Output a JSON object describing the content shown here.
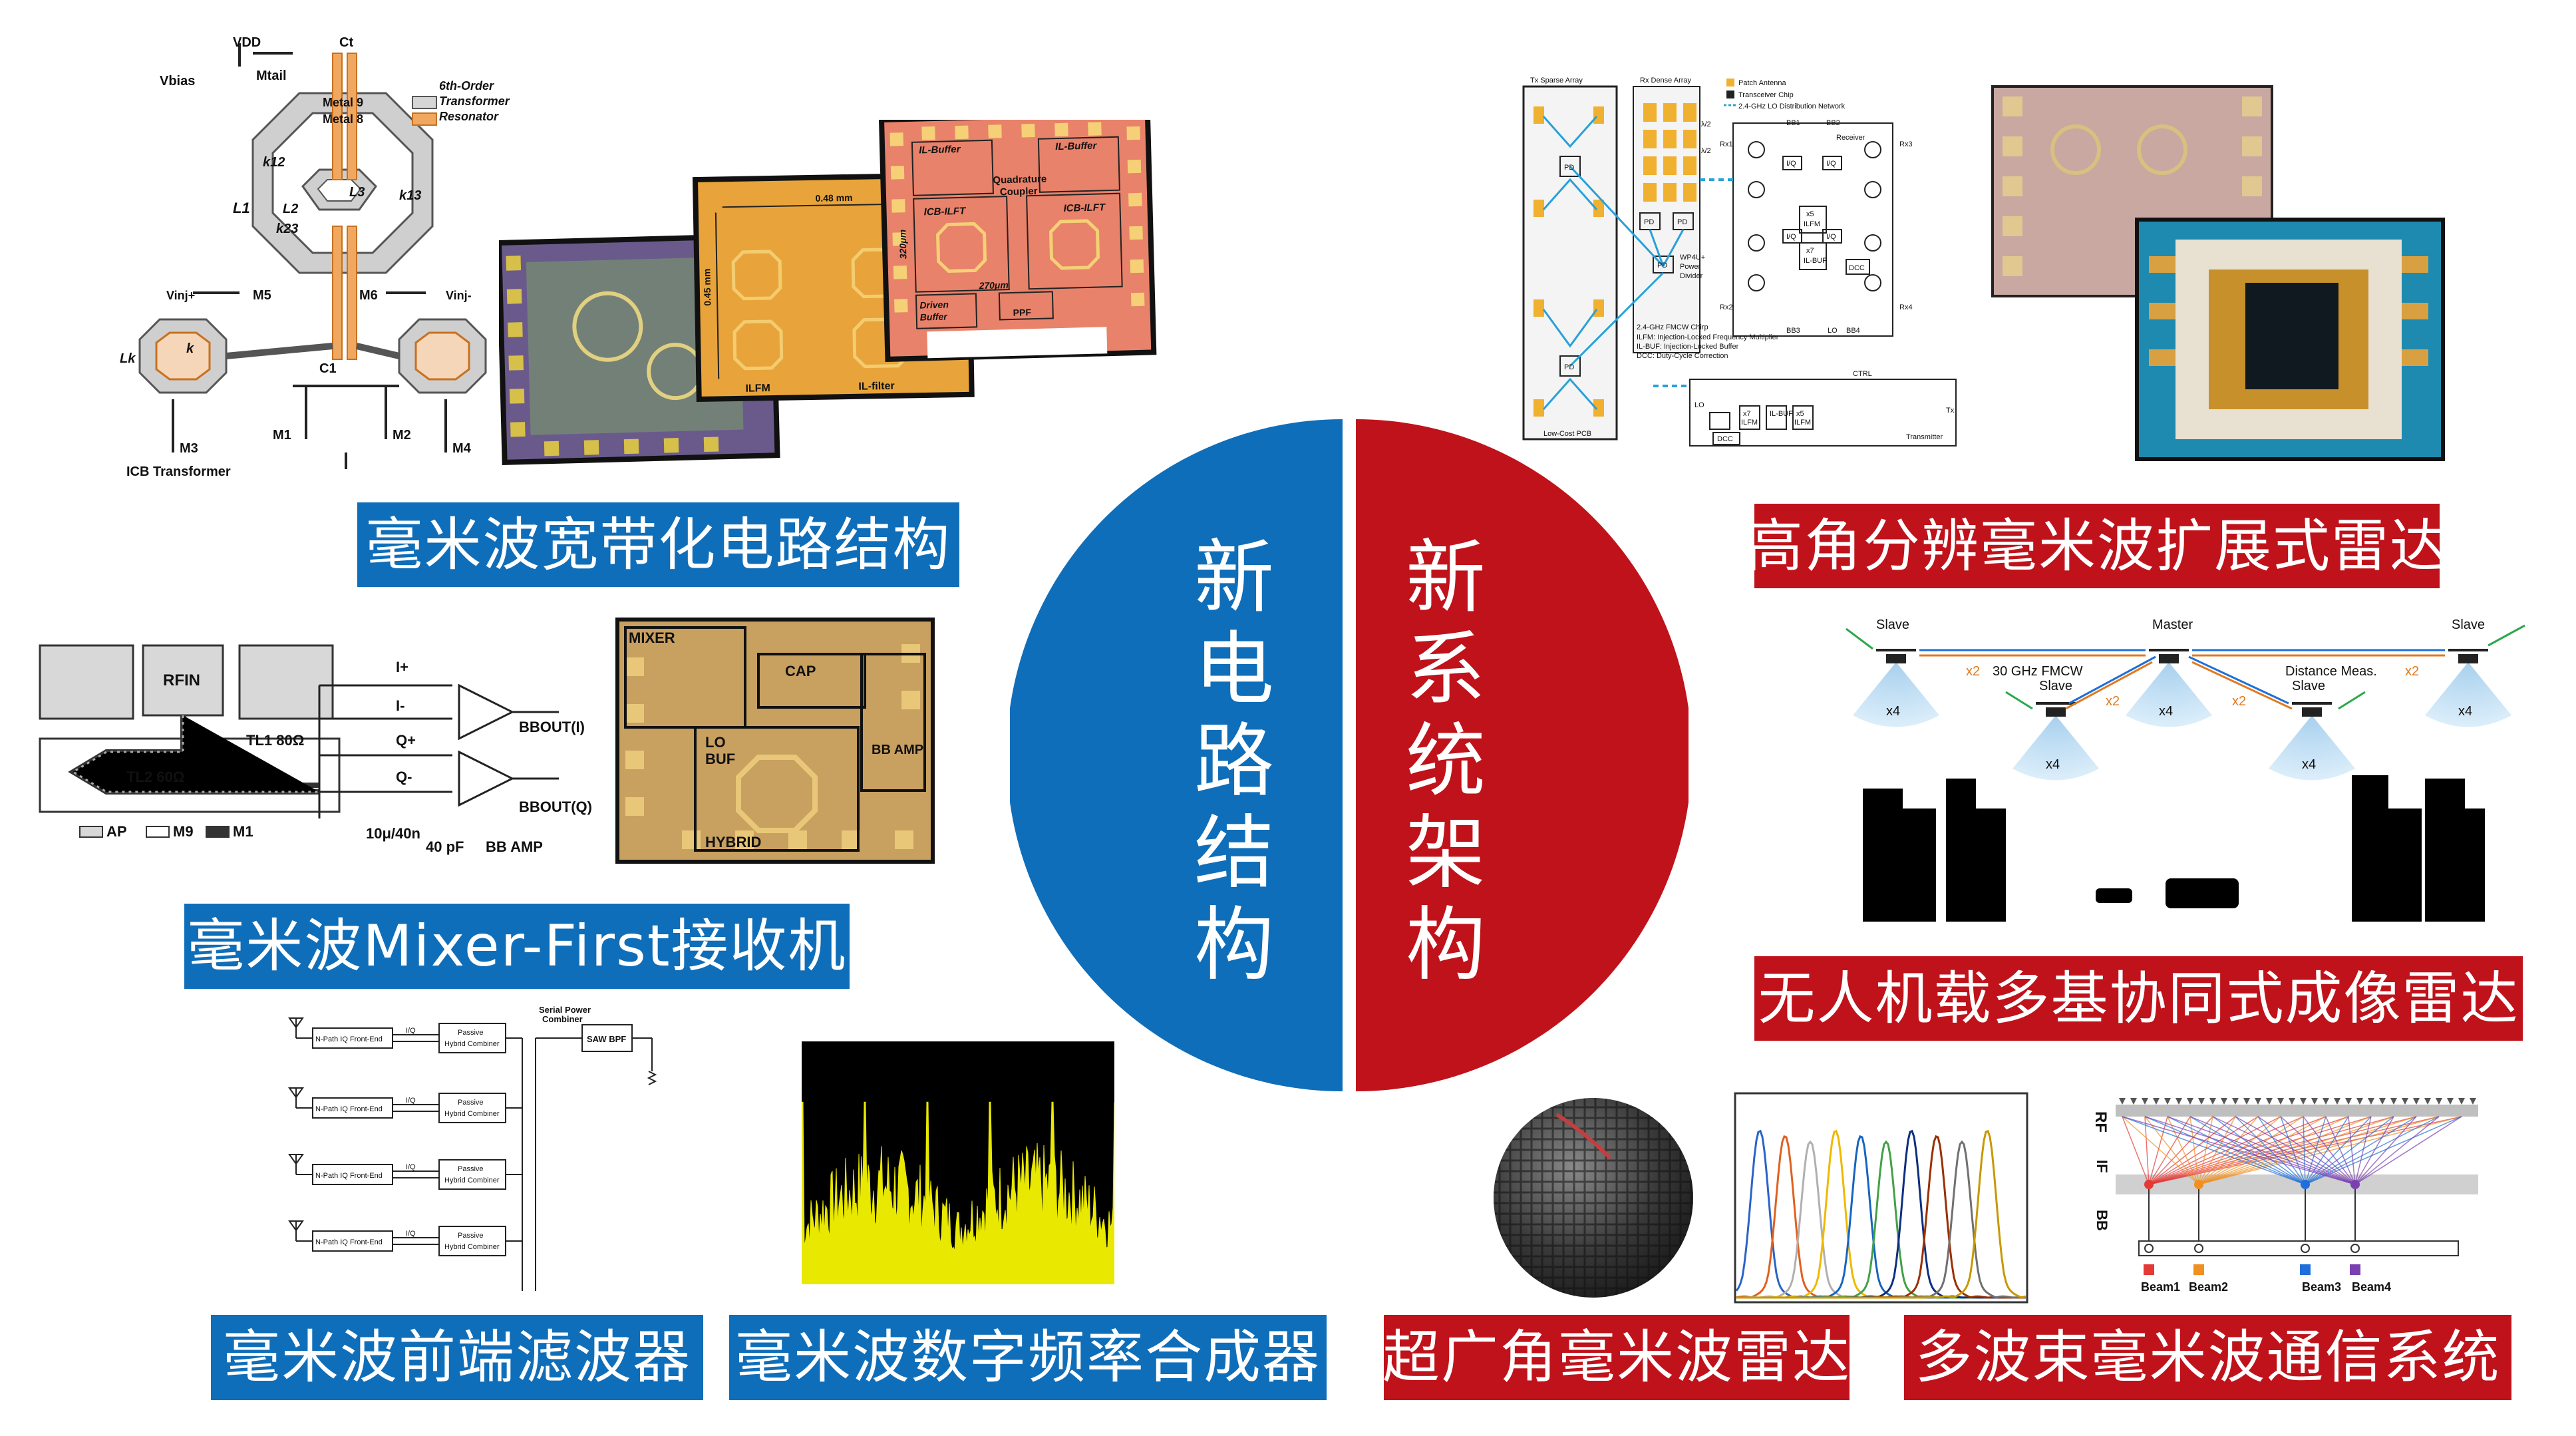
{
  "center": {
    "left_title": "新电路结构",
    "right_title": "新系统架构",
    "colors": {
      "blue": "#0f6eb9",
      "red": "#c0121a"
    }
  },
  "labels": {
    "wideband": "毫米波宽带化电路结构",
    "mixer_first": "毫米波Mixer-First接收机",
    "front_end": "毫米波前端滤波器",
    "synth": "毫米波数字频率合成器",
    "radar_hr": "高角分辨毫米波扩展式雷达",
    "uav": "无人机载多基协同式成像雷达",
    "wide_angle": "超广角毫米波雷达",
    "multibeam": "多波束毫米波通信系统"
  },
  "fig_resonator": {
    "vdd": "VDD",
    "vbias": "Vbias",
    "mtail": "Mtail",
    "ct": "Ct",
    "metal9": "Metal 9",
    "metal8": "Metal 8",
    "order": "6th-Order",
    "transformer": "Transformer",
    "resonator": "Resonator",
    "k12": "k12",
    "k13": "k13",
    "k23": "k23",
    "l1": "L1",
    "l2": "L2",
    "l3": "L3",
    "m5": "M5",
    "m6": "M6",
    "vinj_p": "Vinj+",
    "vinj_m": "Vinj-",
    "lk": "Lk",
    "k": "k",
    "c1": "C1",
    "m1": "M1",
    "m2": "M2",
    "m3": "M3",
    "m4": "M4",
    "icb": "ICB Transformer"
  },
  "fig_chips": {
    "dim_w": "0.48 mm",
    "dim_h": "0.45 mm",
    "ilfm": "ILFM",
    "ilfilter": "IL-filter",
    "ilbuf1": "IL-Buffer",
    "ilbuf2": "IL-Buffer",
    "quad": "Quadrature",
    "coupler": "Coupler",
    "icb1": "ICB-ILFT",
    "icb2": "ICB-ILFT",
    "d270": "270μm",
    "d320": "320μm",
    "driven": "Driven",
    "buffer": "Buffer",
    "ppf": "PPF"
  },
  "fig_mixer": {
    "rfin": "RFIN",
    "tl1": "TL1 80Ω",
    "tl2": "TL2 60Ω",
    "ap": "AP",
    "m9": "M9",
    "m1": "M1",
    "ip": "I+",
    "im": "I-",
    "qp": "Q+",
    "qm": "Q-",
    "bbi": "BBOUT(I)",
    "bbq": "BBOUT(Q)",
    "size": "10μ/40n",
    "cap40": "40 pF",
    "bbamp": "BB AMP",
    "chip_mixer": "MIXER",
    "chip_cap": "CAP",
    "chip_lo": "LO",
    "chip_buf": "BUF",
    "chip_bbamp": "BB AMP",
    "chip_hybrid": "HYBRID"
  },
  "fig_frontend": {
    "npath": "N-Path IQ Front-End",
    "iq": "I/Q",
    "passive": "Passive",
    "hybrid": "Hybrid Combiner",
    "serial": "Serial Power",
    "combiner": "Combiner",
    "saw": "SAW BPF"
  },
  "fig_radar_arch": {
    "tx_sparse": "Tx Sparse Array",
    "rx_dense": "Rx Dense Array",
    "patch": "Patch Antenna",
    "chip": "Transceiver Chip",
    "lo_net": "2.4-GHz LO Distribution Network",
    "pd": "PD",
    "wp": "WP4U+",
    "power": "Power",
    "divider": "Divider",
    "chirp": "2.4-GHz FMCW Chirp",
    "ilfm_note": "ILFM: Injection-Locked Frequency Multiplier",
    "ilbuf_note": "IL-BUF: Injection-Locked Buffer",
    "dcc_note": "DCC: Duty-Cycle Correction",
    "pcb": "Low-Cost PCB",
    "rx1": "Rx1",
    "rx2": "Rx2",
    "rx3": "Rx3",
    "rx4": "Rx4",
    "bb1": "BB1",
    "bb2": "BB2",
    "bb3": "BB3",
    "bb4": "BB4",
    "receiver": "Receiver",
    "x5": "x5",
    "x7": "x7",
    "ilfm": "ILFM",
    "ilbuf": "IL-BUF",
    "dcc": "DCC",
    "iq": "I/Q",
    "lo": "LO",
    "ctrl": "CTRL",
    "tx": "Tx",
    "transmitter": "Transmitter",
    "half": "λ/2"
  },
  "fig_uav": {
    "slave": "Slave",
    "master": "Master",
    "fmcw": "30 GHz FMCW",
    "dist": "Distance Meas.",
    "x2": "x2",
    "x4": "x4"
  },
  "fig_beam": {
    "rf": "RF",
    "if": "IF",
    "bb": "BB",
    "beam1": "Beam1",
    "beam2": "Beam2",
    "beam3": "Beam3",
    "beam4": "Beam4",
    "beam_colors": [
      "#e53935",
      "#f09020",
      "#1e6fd9",
      "#7b3fb0"
    ]
  },
  "spectrum_series": [
    {
      "color": "#2a64c8"
    },
    {
      "color": "#e06020"
    },
    {
      "color": "#b0b0b0"
    },
    {
      "color": "#f0b800"
    },
    {
      "color": "#1565c0"
    },
    {
      "color": "#43a047"
    },
    {
      "color": "#0d2f80"
    },
    {
      "color": "#9a3000"
    },
    {
      "color": "#707070"
    },
    {
      "color": "#c89800"
    }
  ]
}
